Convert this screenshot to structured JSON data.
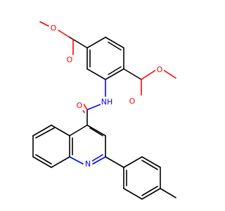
{
  "colors": {
    "bond": "#000000",
    "oxygen": "#ff0000",
    "nitrogen": "#0000ff",
    "background": "#ffffff"
  },
  "atoms": {
    "o_top_ether": "O",
    "o_top_carbonyl": "O",
    "o_right_carbonyl": "O",
    "o_right_ether": "O",
    "o_amide": "O",
    "nh_amide": "NH",
    "n_quinoline": "N"
  }
}
